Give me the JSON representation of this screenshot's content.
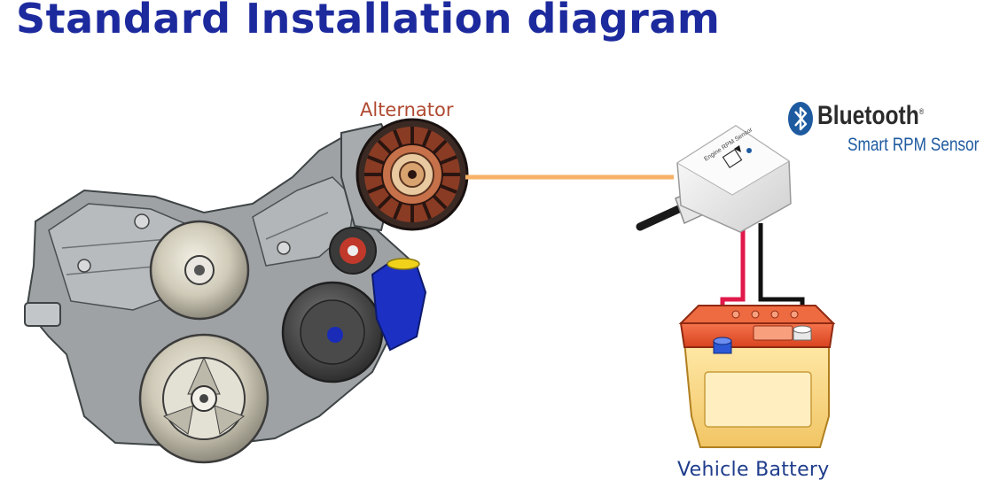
{
  "title": "Standard Installation diagram",
  "labels": {
    "alternator": "Alternator",
    "battery": "Vehicle Battery",
    "bluetooth_word": "Bluetooth",
    "bluetooth_mark": "®",
    "sensor_name": "Smart RPM Sensor"
  },
  "device": {
    "printed_text": "Engine RPM Sensor"
  },
  "icons": [
    "engine-illustration",
    "alternator-icon",
    "rpm-sensor-device",
    "car-battery-icon",
    "bluetooth-icon"
  ],
  "colors": {
    "title": "#1c2a9e",
    "alternator_label": "#b04a32",
    "battery_label": "#1f3d8c",
    "signal_wire": "#f7b267",
    "positive_wire": "#e0194a",
    "negative_wire": "#111111",
    "bluetooth_blue": "#1e5aa0"
  }
}
